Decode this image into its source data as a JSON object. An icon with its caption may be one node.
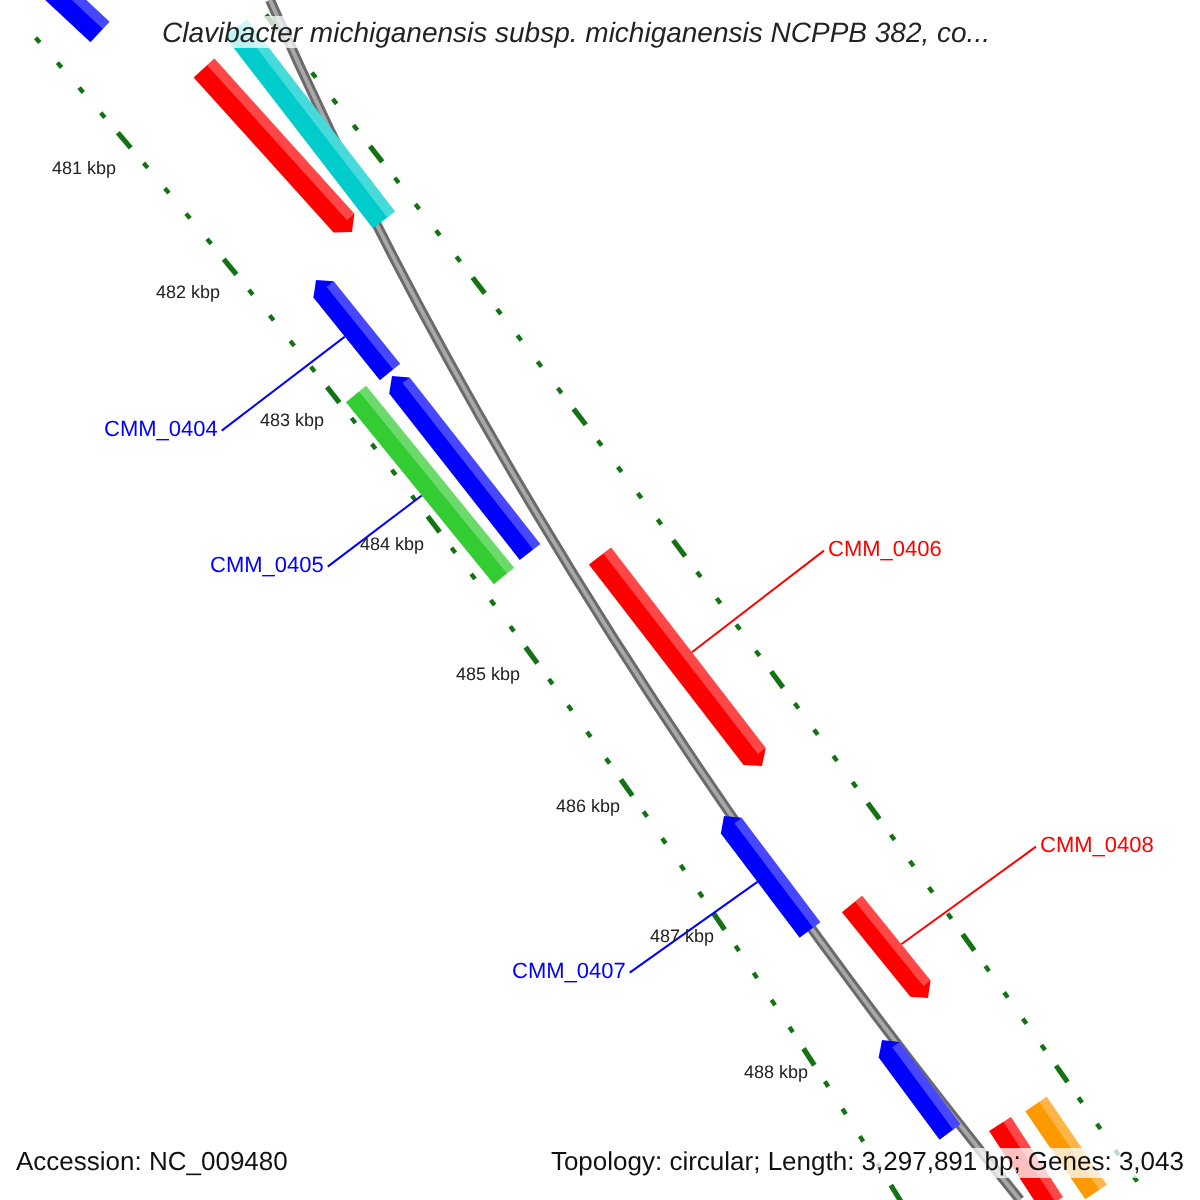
{
  "diagram": {
    "title": "Clavibacter michiganensis subsp. michiganensis NCPPB 382, co...",
    "nodes": [
      {
        "text": [
          "CMM_0404"
        ]
      },
      {
        "text": [],
        "shape": "bar"
      },
      {
        "text": [
          "CMM_0405"
        ]
      },
      {
        "text": [],
        "shape": "bar"
      },
      {
        "text": [
          "CMM_0406"
        ]
      },
      {
        "text": [],
        "shape": "bar"
      },
      {
        "text": [
          "CMM_0407"
        ]
      },
      {
        "text": [],
        "shape": "bar"
      },
      {
        "text": [
          "CMM_0408"
        ]
      },
      {
        "text": [],
        "shape": "bar"
      },
      {
        "text": [],
        "shape": "bar"
      },
      {
        "text": [],
        "shape": "bar"
      },
      {
        "text": [],
        "shape": "bar"
      },
      {
        "text": [],
        "shape": "bar"
      },
      {
        "text": [],
        "shape": "bar"
      },
      {
        "text": [],
        "shape": "bar"
      },
      {
        "text": [],
        "shape": "bar"
      }
    ],
    "edges": [
      {
        "from": 0,
        "to": 1,
        "arrow": "none"
      },
      {
        "from": 2,
        "to": 3,
        "arrow": "none"
      },
      {
        "from": 4,
        "to": 5,
        "arrow": "none",
        "color": "#ff0000"
      },
      {
        "from": 6,
        "to": 7,
        "arrow": "none"
      },
      {
        "from": 8,
        "to": 9,
        "arrow": "none",
        "color": "#ff0000"
      }
    ],
    "labels": [
      "481 kbp",
      "482 kbp",
      "483 kbp",
      "484 kbp",
      "485 kbp",
      "486 kbp",
      "487 kbp",
      "488 kbp",
      "Accession: NC_009480",
      "Topology: circular; Length: 3,297,891 bp; Genes: 3,043"
    ]
  }
}
